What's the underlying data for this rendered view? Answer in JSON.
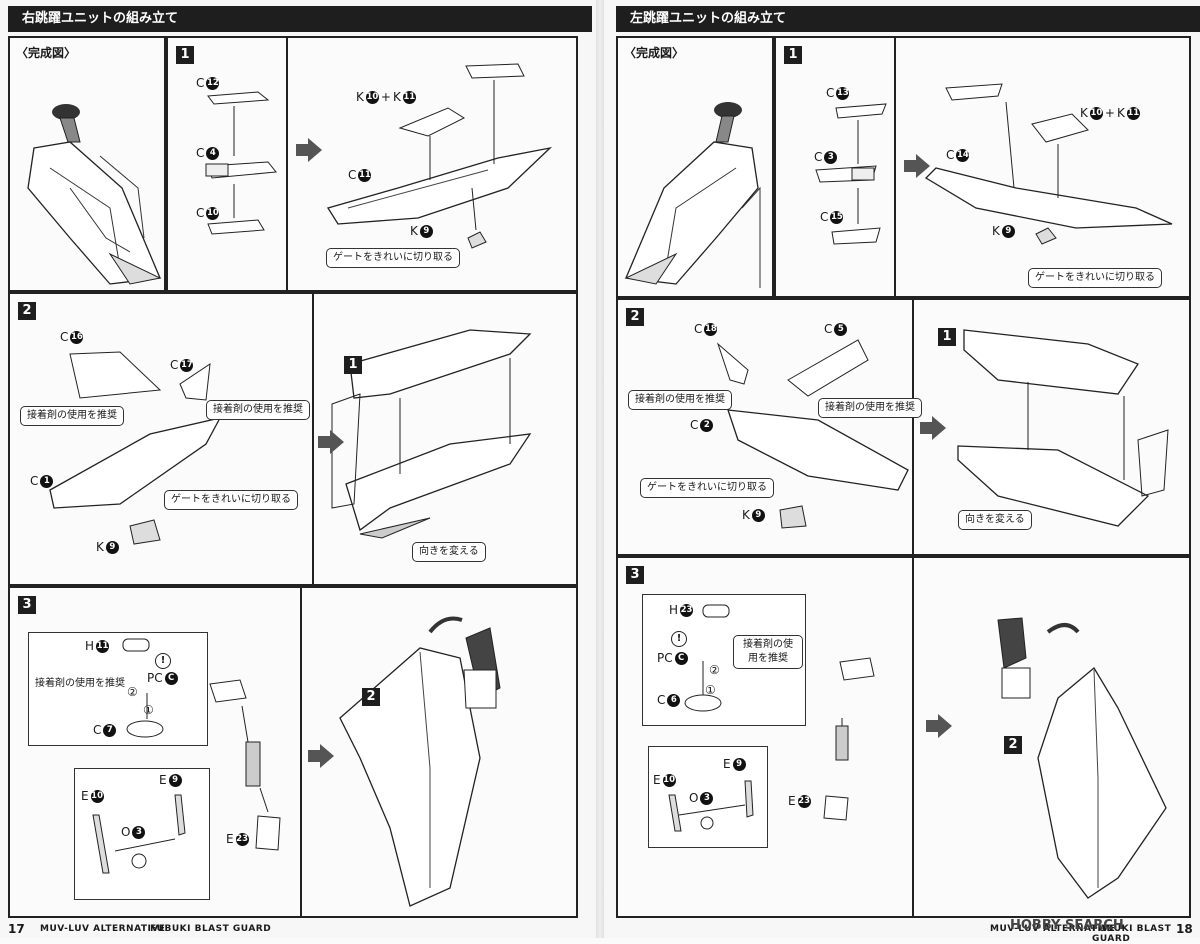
{
  "left_page": {
    "title": "右跳躍ユニットの組み立て",
    "completed_label": "〈完成図〉",
    "step1": {
      "num": "1",
      "parts": [
        {
          "letter": "C",
          "num": "12"
        },
        {
          "letter": "C",
          "num": "4"
        },
        {
          "letter": "C",
          "num": "10"
        },
        {
          "letter": "C",
          "num": "11"
        },
        {
          "letter": "K",
          "num": "9"
        }
      ],
      "k_combo": {
        "a_letter": "K",
        "a_num": "10",
        "plus": "+",
        "b_letter": "K",
        "b_num": "11"
      },
      "note": "ゲートをきれいに切り取る"
    },
    "step2": {
      "num": "2",
      "parts": [
        {
          "letter": "C",
          "num": "16"
        },
        {
          "letter": "C",
          "num": "17"
        },
        {
          "letter": "C",
          "num": "1"
        },
        {
          "letter": "K",
          "num": "9"
        }
      ],
      "note_glue_a": "接着剤の使用を推奨",
      "note_glue_b": "接着剤の使用を推奨",
      "note_gate": "ゲートをきれいに切り取る",
      "sub_step": "1",
      "note_turn": "向きを変える"
    },
    "step3": {
      "num": "3",
      "parts": [
        {
          "letter": "H",
          "num": "11"
        },
        {
          "letter": "PC",
          "num": "C"
        },
        {
          "letter": "C",
          "num": "7"
        },
        {
          "letter": "E",
          "num": "10"
        },
        {
          "letter": "E",
          "num": "9"
        },
        {
          "letter": "O",
          "num": "3"
        },
        {
          "letter": "E",
          "num": "23"
        }
      ],
      "note_glue": "接着剤の使用を推奨",
      "order_1": "①",
      "order_2": "②",
      "caution": "!",
      "sub_step": "2"
    },
    "page_num": "17",
    "footer_brand_a": "MUV-LUV ALTERNATIVE",
    "footer_brand_b": "FUBUKI BLAST GUARD"
  },
  "right_page": {
    "title": "左跳躍ユニットの組み立て",
    "completed_label": "〈完成図〉",
    "step1": {
      "num": "1",
      "parts": [
        {
          "letter": "C",
          "num": "13"
        },
        {
          "letter": "C",
          "num": "3"
        },
        {
          "letter": "C",
          "num": "15"
        },
        {
          "letter": "C",
          "num": "14"
        },
        {
          "letter": "K",
          "num": "9"
        }
      ],
      "k_combo": {
        "a_letter": "K",
        "a_num": "10",
        "plus": "+",
        "b_letter": "K",
        "b_num": "11"
      },
      "note": "ゲートをきれいに切り取る"
    },
    "step2": {
      "num": "2",
      "parts": [
        {
          "letter": "C",
          "num": "18"
        },
        {
          "letter": "C",
          "num": "5"
        },
        {
          "letter": "C",
          "num": "2"
        },
        {
          "letter": "K",
          "num": "9"
        }
      ],
      "note_glue_a": "接着剤の使用を推奨",
      "note_glue_b": "接着剤の使用を推奨",
      "note_gate": "ゲートをきれいに切り取る",
      "sub_step": "1",
      "note_turn": "向きを変える"
    },
    "step3": {
      "num": "3",
      "parts": [
        {
          "letter": "H",
          "num": "23"
        },
        {
          "letter": "PC",
          "num": "C"
        },
        {
          "letter": "C",
          "num": "6"
        },
        {
          "letter": "E",
          "num": "10"
        },
        {
          "letter": "E",
          "num": "9"
        },
        {
          "letter": "O",
          "num": "3"
        },
        {
          "letter": "E",
          "num": "23"
        }
      ],
      "note_glue": "接着剤の使用を推奨",
      "order_1": "①",
      "order_2": "②",
      "caution": "!",
      "sub_step": "2"
    },
    "page_num": "18",
    "footer_brand_a": "MUV-LUV ALTERNATIVE",
    "footer_brand_b": "FUBUKI BLAST GUARD"
  },
  "watermark": "HOBBY SEARCH",
  "colors": {
    "ink": "#1e1e1e",
    "paper": "#f7f7f7",
    "arrow": "#555555"
  }
}
